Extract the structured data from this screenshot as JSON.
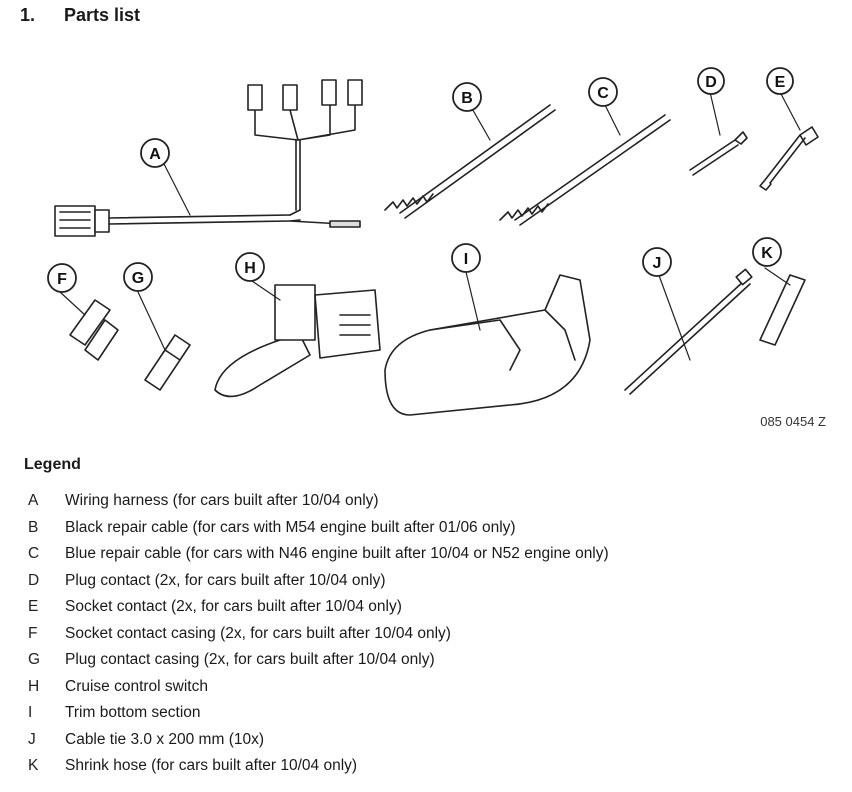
{
  "heading": {
    "number": "1.",
    "title": "Parts list"
  },
  "figure": {
    "reference": "085 0454 Z",
    "callouts": [
      "A",
      "B",
      "C",
      "D",
      "E",
      "F",
      "G",
      "H",
      "I",
      "J",
      "K"
    ]
  },
  "legend": {
    "title": "Legend",
    "items": [
      {
        "key": "A",
        "text": "Wiring harness (for cars built after 10/04 only)"
      },
      {
        "key": "B",
        "text": "Black repair cable (for cars with M54 engine built after 01/06 only)"
      },
      {
        "key": "C",
        "text": "Blue repair cable (for cars with N46 engine built after 10/04 or N52 engine only)"
      },
      {
        "key": "D",
        "text": "Plug contact (2x, for cars built after 10/04 only)"
      },
      {
        "key": "E",
        "text": "Socket contact (2x, for cars built after 10/04 only)"
      },
      {
        "key": "F",
        "text": "Socket contact casing (2x, for cars built after 10/04 only)"
      },
      {
        "key": "G",
        "text": "Plug contact casing (2x, for cars built after 10/04 only)"
      },
      {
        "key": "H",
        "text": "Cruise control switch"
      },
      {
        "key": "I",
        "text": "Trim bottom section"
      },
      {
        "key": "J",
        "text": "Cable tie 3.0 x 200 mm (10x)"
      },
      {
        "key": "K",
        "text": "Shrink hose (for cars built after 10/04 only)"
      }
    ]
  }
}
